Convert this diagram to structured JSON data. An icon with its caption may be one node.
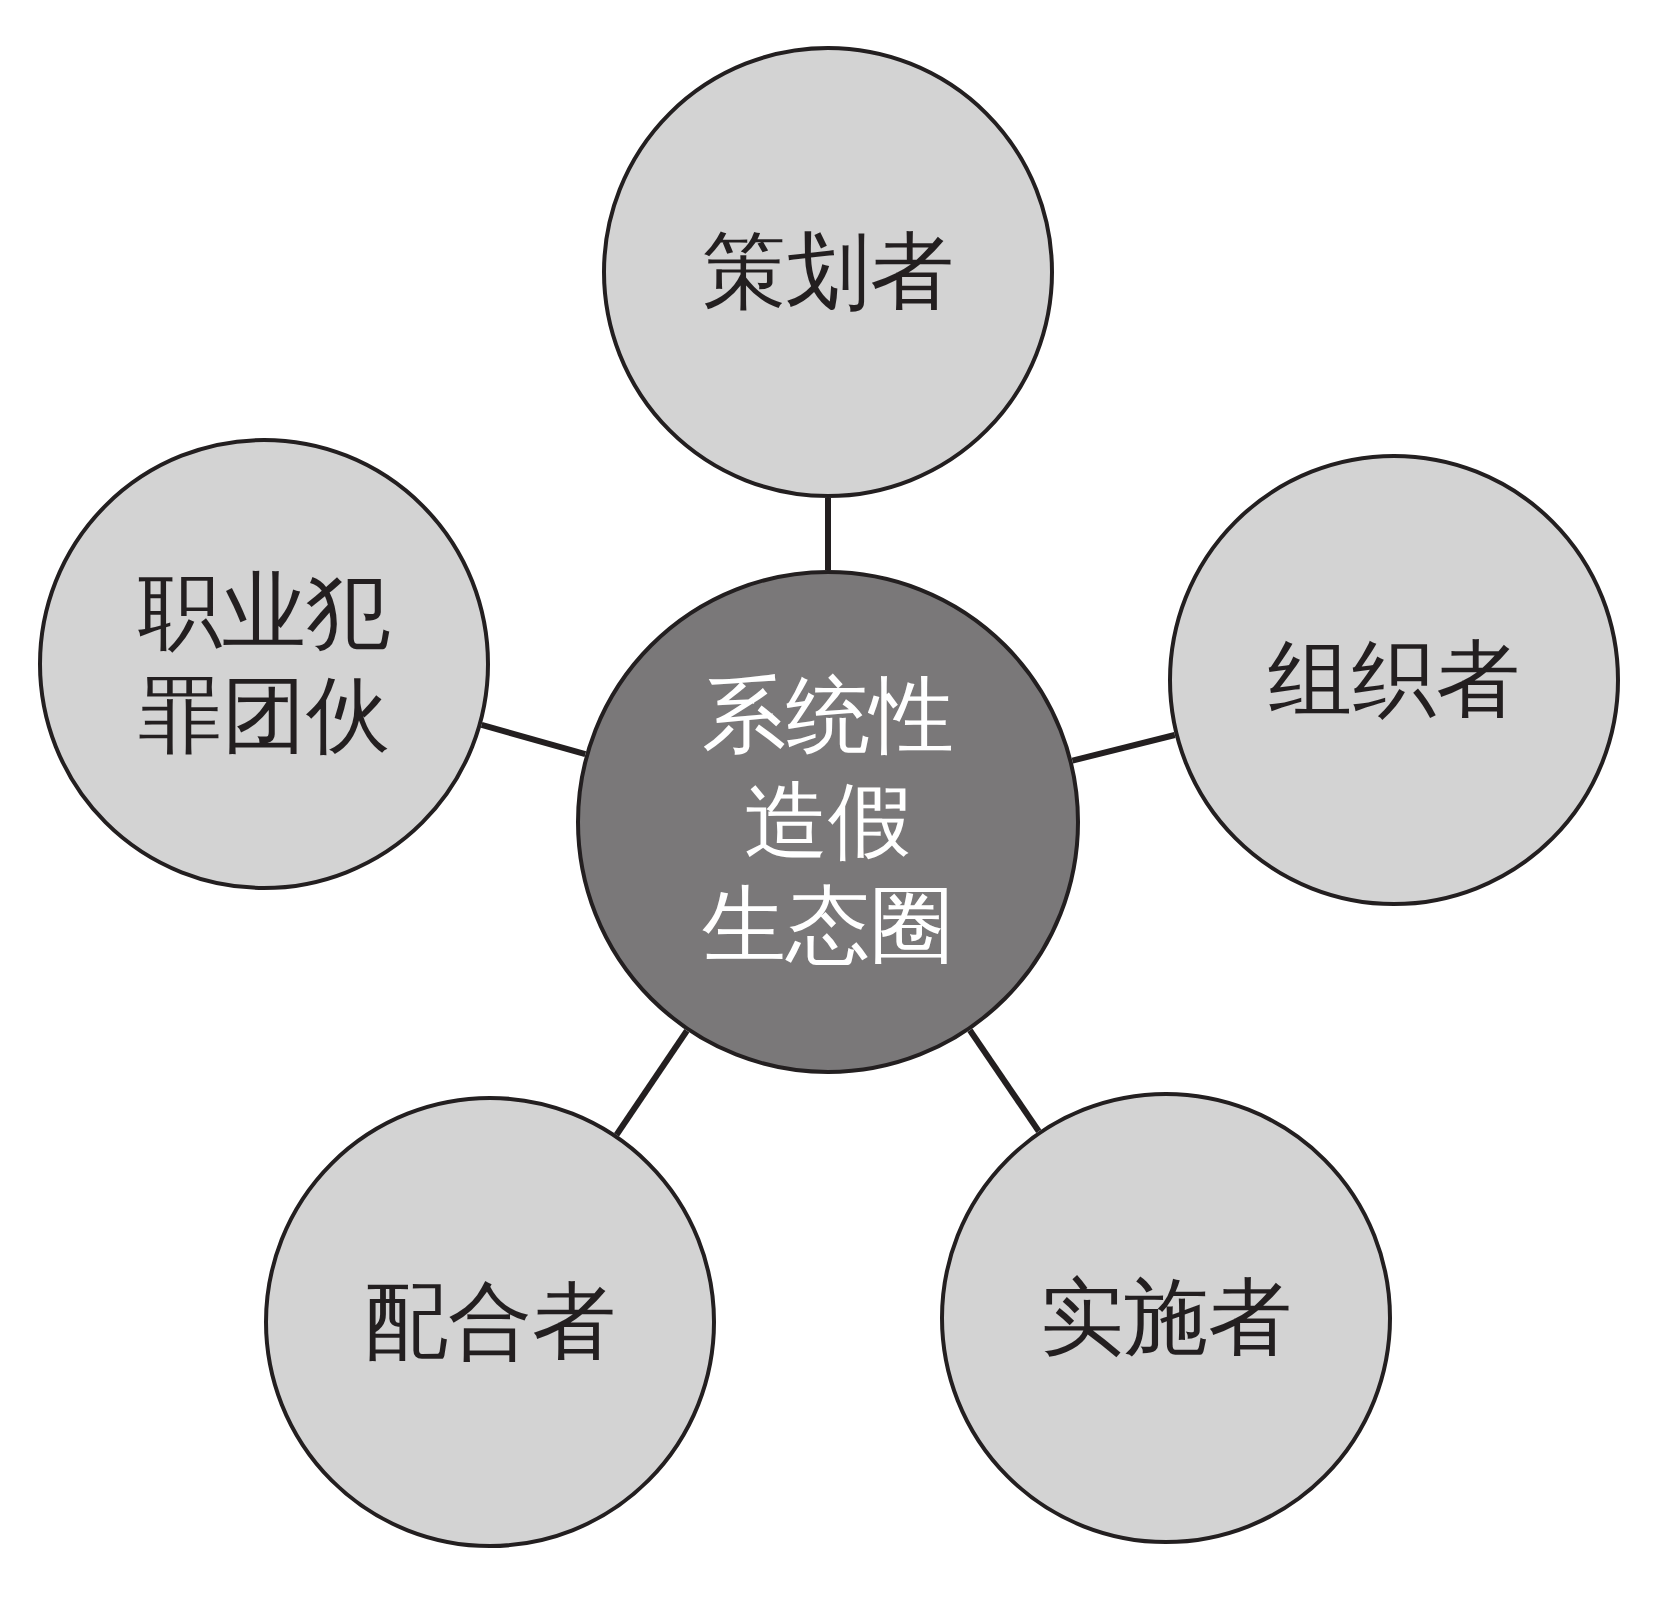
{
  "diagram": {
    "nodes": [
      {
        "text": [
          "策划者"
        ]
      },
      {
        "text": [
          "职业犯罪团伙"
        ]
      },
      {
        "text": [
          "组织者"
        ]
      },
      {
        "text": [
          "系统性",
          "造假",
          "生态圈"
        ]
      },
      {
        "text": [
          "配合者"
        ]
      },
      {
        "text": [
          "实施者"
        ]
      }
    ],
    "edges": [
      {
        "from": 3,
        "to": 0,
        "arrow": "none"
      },
      {
        "from": 3,
        "to": 1,
        "arrow": "none"
      },
      {
        "from": 3,
        "to": 2,
        "arrow": "none"
      },
      {
        "from": 3,
        "to": 4,
        "arrow": "none"
      },
      {
        "from": 3,
        "to": 5,
        "arrow": "none"
      }
    ]
  }
}
